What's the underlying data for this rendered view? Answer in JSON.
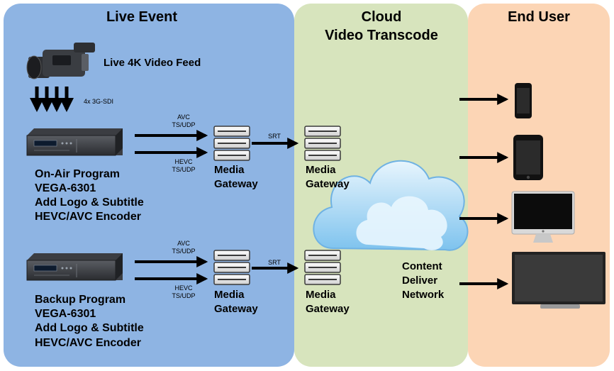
{
  "panels": {
    "live": "Live Event",
    "cloud_line1": "Cloud",
    "cloud_line2": "Video Transcode",
    "end": "End User"
  },
  "live_feed": "Live 4K Video Feed",
  "sdi_label": "4x 3G-SDI",
  "on_air": {
    "line1": "On-Air Program",
    "line2": "VEGA-6301",
    "line3": "Add Logo & Subtitle",
    "line4": "HEVC/AVC Encoder"
  },
  "backup": {
    "line1": "Backup Program",
    "line2": "VEGA-6301",
    "line3": "Add Logo & Subtitle",
    "line4": "HEVC/AVC Encoder"
  },
  "links": {
    "avc_1": "AVC",
    "avc_2": "TS/UDP",
    "hevc_1": "HEVC",
    "hevc_2": "TS/UDP",
    "srt": "SRT"
  },
  "gateway": {
    "line1": "Media",
    "line2": "Gateway"
  },
  "cdn": {
    "line1": "Content",
    "line2": "Deliver",
    "line3": "Network"
  },
  "colors": {
    "live_bg": "#8eb4e3",
    "cloud_bg": "#d7e4bd",
    "end_bg": "#fcd5b5",
    "cloud_fill": "#bfe0f7"
  }
}
